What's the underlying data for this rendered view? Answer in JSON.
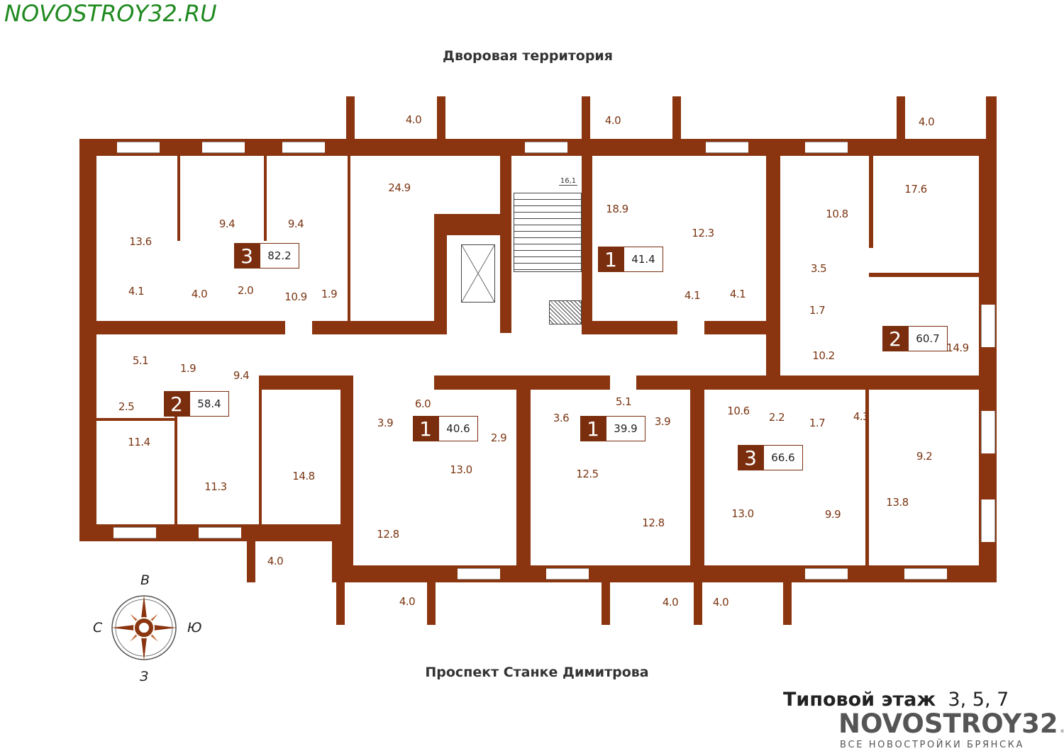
{
  "header": {
    "logo": "NOVOSTROY32.RU",
    "top_street": "Дворовая территория",
    "bottom_street": "Проспект Станке Димитрова"
  },
  "footer": {
    "floor_title": "Типовой этаж",
    "floor_numbers": "3, 5, 7",
    "watermark": "NOVOSTROY32",
    "watermark_suffix": ".ru",
    "tagline": "ВСЕ НОВОСТРОЙКИ БРЯНСКА"
  },
  "compass": {
    "north": "С",
    "south": "Ю",
    "east": "В",
    "west": "З"
  },
  "stair_label": "16,1",
  "apartments": [
    {
      "rooms": "3",
      "area": "82.2"
    },
    {
      "rooms": "1",
      "area": "41.4"
    },
    {
      "rooms": "2",
      "area": "60.7"
    },
    {
      "rooms": "2",
      "area": "58.4"
    },
    {
      "rooms": "1",
      "area": "40.6"
    },
    {
      "rooms": "1",
      "area": "39.9"
    },
    {
      "rooms": "3",
      "area": "66.6"
    }
  ],
  "rooms": [
    "24.9",
    "13.6",
    "9.4",
    "9.4",
    "4.1",
    "4.0",
    "2.0",
    "10.9",
    "1.9",
    "18.9",
    "12.3",
    "4.1",
    "4.1",
    "10.8",
    "17.6",
    "3.5",
    "1.7",
    "10.2",
    "14.9",
    "5.1",
    "1.9",
    "9.4",
    "2.5",
    "11.4",
    "11.3",
    "14.8",
    "6.0",
    "3.9",
    "2.9",
    "13.0",
    "12.8",
    "5.1",
    "3.6",
    "3.9",
    "12.5",
    "12.8",
    "10.6",
    "2.2",
    "1.7",
    "4.3",
    "9.2",
    "13.0",
    "9.9",
    "13.8"
  ],
  "balconies": [
    "4.0",
    "4.0",
    "4.0",
    "4.0",
    "4.0",
    "4.0",
    "4.0"
  ],
  "colors": {
    "wall": "#8a3510",
    "text": "#7a3512",
    "logo": "#1f8a1f"
  }
}
